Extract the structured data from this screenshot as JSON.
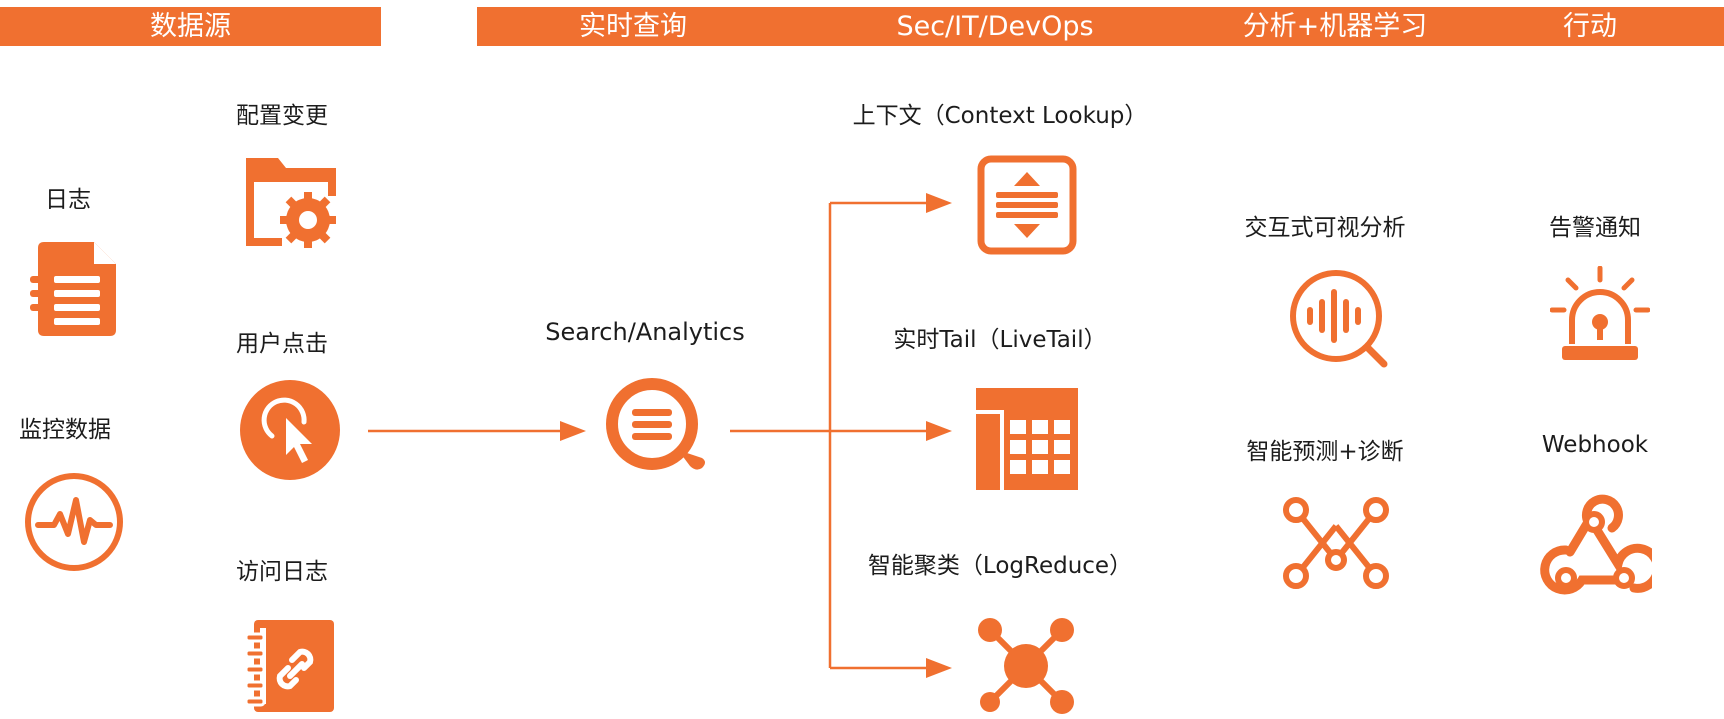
{
  "colors": {
    "accent": "#f07030",
    "text": "#1c1c1c",
    "bg": "#ffffff"
  },
  "headers": {
    "sources": "数据源",
    "realtime_query": "实时查询",
    "secops": "Sec/IT/DevOps",
    "analysis_ml": "分析+机器学习",
    "action": "行动"
  },
  "sources": {
    "logs": "日志",
    "monitoring": "监控数据",
    "config_change": "配置变更",
    "user_clicks": "用户点击",
    "access_logs": "访问日志"
  },
  "search": {
    "label": "Search/Analytics"
  },
  "ops": {
    "context": "上下文（Context Lookup）",
    "livetail": "实时Tail（LiveTail）",
    "logreduce": "智能聚类（LogReduce）"
  },
  "analysis": {
    "interactive": "交互式可视分析",
    "predict": "智能预测+诊断"
  },
  "action": {
    "alert": "告警通知",
    "webhook": "Webhook"
  },
  "icons": [
    "document-icon",
    "pulse-icon",
    "folder-gear-icon",
    "click-cursor-icon",
    "notebook-link-icon",
    "search-chat-icon",
    "expand-icon",
    "table-icon",
    "cluster-icon",
    "voice-search-icon",
    "network-icon",
    "alarm-light-icon",
    "webhook-icon"
  ]
}
